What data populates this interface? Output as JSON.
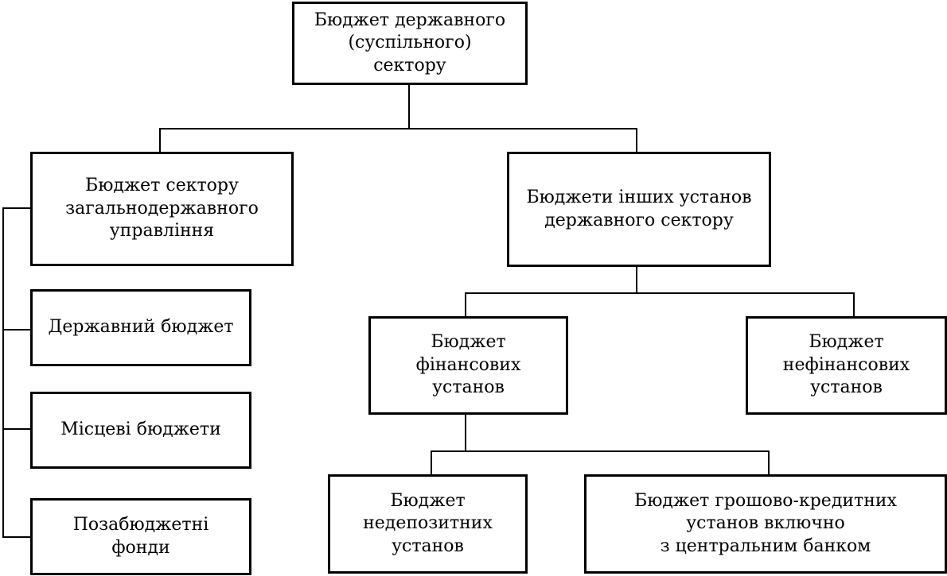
{
  "diagram": {
    "root": "Бюджет державного\n(суспільного)\nсектору",
    "general_gov": "Бюджет сектору\nзагальнодержавного\nуправління",
    "state_budget": "Державний бюджет",
    "local_budgets": "Місцеві бюджети",
    "extra_funds": "Позабюджетні\nфонди",
    "other_institutions": "Бюджети інших установ\nдержавного сектору",
    "financial": "Бюджет\nфінансових\nустанов",
    "nonfinancial": "Бюджет\nнефінансових\nустанов",
    "nondeposit": "Бюджет\nнедепозитних\nустанов",
    "monetary": "Бюджет грошово-кредитних\nустанов включно\nз центральним банком"
  }
}
